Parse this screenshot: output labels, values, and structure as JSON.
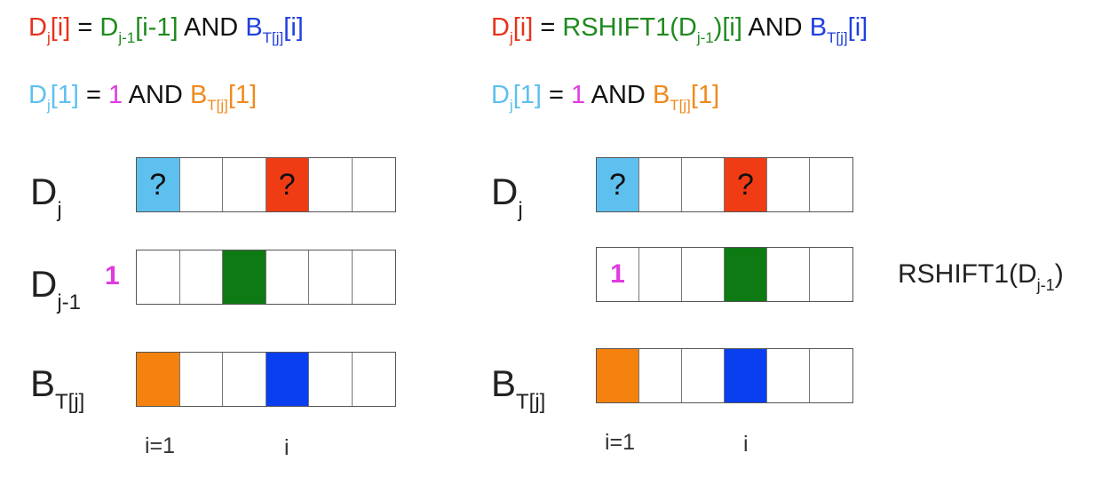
{
  "left": {
    "formula1": {
      "lhs": "D",
      "lhs_sub": "j",
      "lhs_idx": "[i]",
      "eq": " = ",
      "d": "D",
      "d_sub": "j-1",
      "d_idx": "[i-1]",
      "and": " AND ",
      "b": "B",
      "b_sub": "T[j]",
      "b_idx": "[i]"
    },
    "formula2": {
      "lhs": "D",
      "lhs_sub": "j",
      "lhs_idx": "[1]",
      "eq": " = ",
      "one": "1",
      "and": " AND ",
      "b": "B",
      "b_sub": "T[j]",
      "b_idx": "[1]"
    },
    "rows": [
      {
        "label": "D",
        "sub": "j",
        "cells": [
          "?",
          "",
          "",
          "?",
          "",
          ""
        ],
        "colors": [
          "#5ec0ef",
          "#ffffff",
          "#ffffff",
          "#f03c14",
          "#ffffff",
          "#ffffff"
        ]
      },
      {
        "label": "D",
        "sub": "j-1",
        "prefix": "1",
        "cells": [
          "",
          "",
          "",
          "",
          "",
          ""
        ],
        "colors": [
          "#ffffff",
          "#ffffff",
          "#0d7a14",
          "#ffffff",
          "#ffffff",
          "#ffffff"
        ]
      },
      {
        "label": "B",
        "sub": "T[j]",
        "cells": [
          "",
          "",
          "",
          "",
          "",
          ""
        ],
        "colors": [
          "#f5820f",
          "#ffffff",
          "#ffffff",
          "#0a3ff0",
          "#ffffff",
          "#ffffff"
        ]
      }
    ],
    "index_first": "i=1",
    "index_i": "i"
  },
  "right": {
    "formula1": {
      "lhs": "D",
      "lhs_sub": "j",
      "lhs_idx": "[i]",
      "eq": " = ",
      "rs": "RSHIFT1(D",
      "rs_sub": "j-1",
      "rs_idx": ")[i]",
      "and": " AND ",
      "b": "B",
      "b_sub": "T[j]",
      "b_idx": "[i]"
    },
    "formula2": {
      "lhs": "D",
      "lhs_sub": "j",
      "lhs_idx": "[1]",
      "eq": " = ",
      "one": "1",
      "and": " AND ",
      "b": "B",
      "b_sub": "T[j]",
      "b_idx": "[1]"
    },
    "rows": [
      {
        "label": "D",
        "sub": "j",
        "cells": [
          "?",
          "",
          "",
          "?",
          "",
          ""
        ],
        "colors": [
          "#5ec0ef",
          "#ffffff",
          "#ffffff",
          "#f03c14",
          "#ffffff",
          "#ffffff"
        ]
      },
      {
        "label": "",
        "sub": "",
        "cells": [
          "1",
          "",
          "",
          "",
          "",
          ""
        ],
        "colors": [
          "#ffffff",
          "#ffffff",
          "#ffffff",
          "#0d7a14",
          "#ffffff",
          "#ffffff"
        ]
      },
      {
        "label": "B",
        "sub": "T[j]",
        "cells": [
          "",
          "",
          "",
          "",
          "",
          ""
        ],
        "colors": [
          "#f5820f",
          "#ffffff",
          "#ffffff",
          "#0a3ff0",
          "#ffffff",
          "#ffffff"
        ]
      }
    ],
    "rshift_label": "RSHIFT1(D",
    "rshift_sub": "j-1",
    "rshift_close": ")",
    "index_first": "i=1",
    "index_i": "i"
  }
}
